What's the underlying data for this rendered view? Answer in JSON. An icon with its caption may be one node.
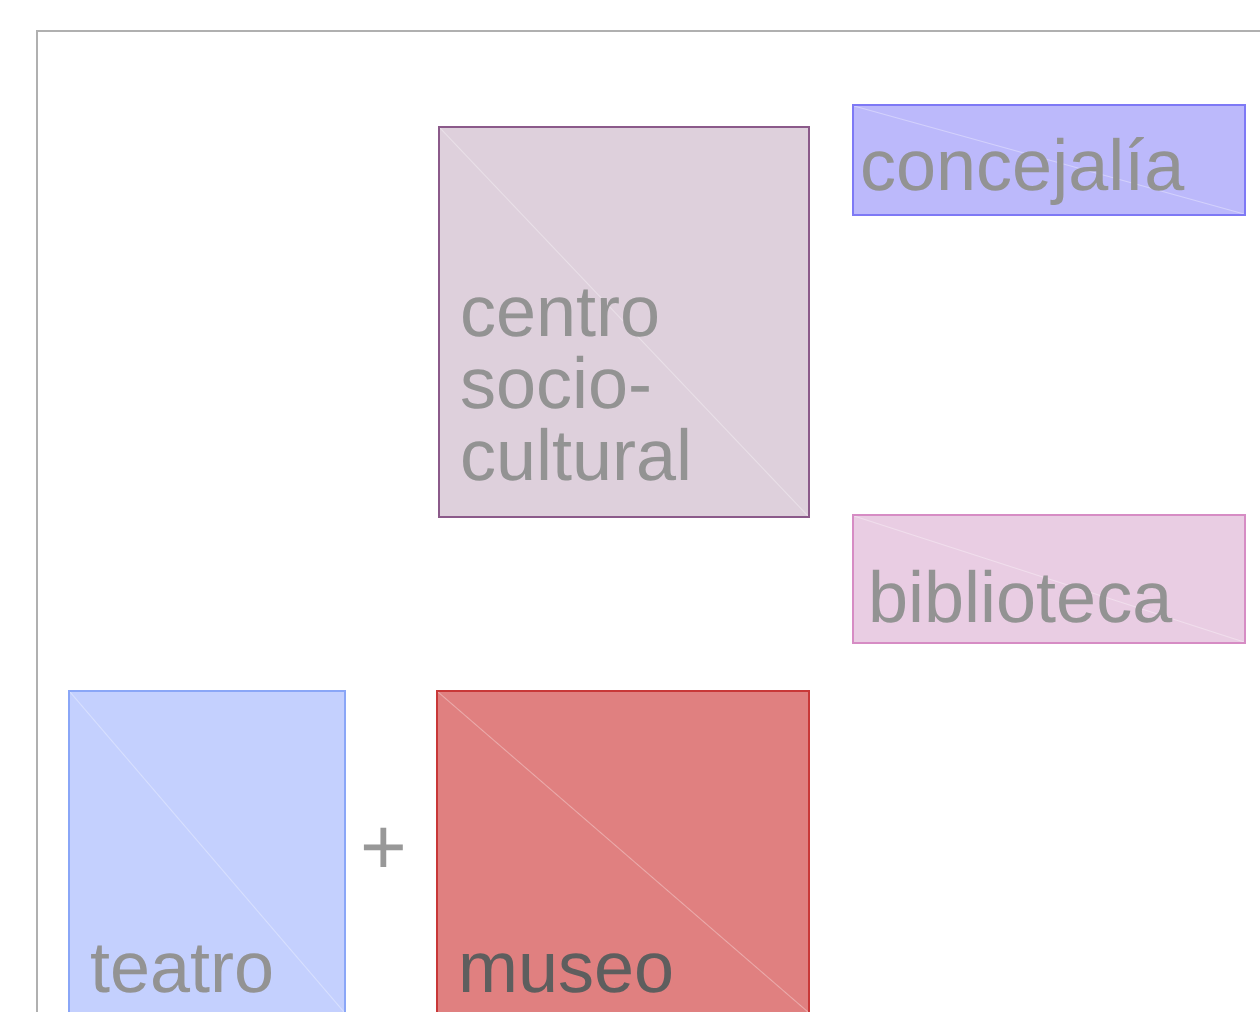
{
  "diagram": {
    "nodes": [
      {
        "text": [
          "centro socio-cultural"
        ]
      },
      {
        "text": [
          "concejalía"
        ]
      },
      {
        "text": [
          "biblioteca"
        ]
      },
      {
        "text": [
          "teatro"
        ]
      },
      {
        "text": [
          "museo"
        ]
      }
    ],
    "labels": [
      "+"
    ]
  }
}
